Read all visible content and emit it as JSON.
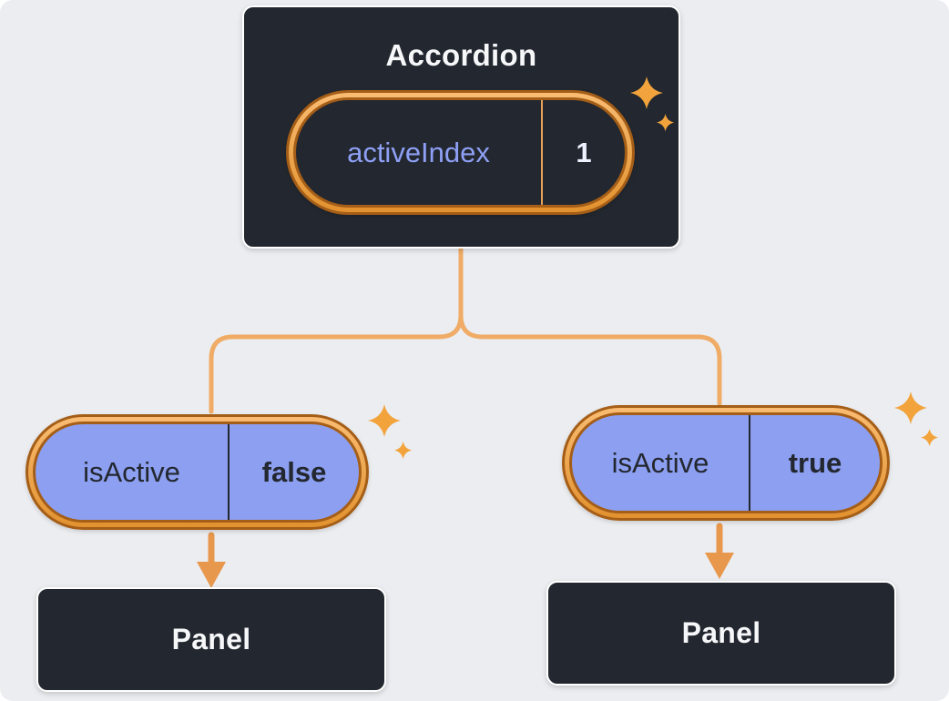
{
  "colors": {
    "background": "#EBEDF0",
    "card_background": "#23272F",
    "card_border": "#FFFFFF",
    "ring_band_orange": "#F2AC5E",
    "ring_edge_orange": "#A55E17",
    "pill_purple": "#8C9FF0",
    "state_name_text": "#8EA0F5",
    "state_value_text": "#EEF1FF",
    "dark_text": "#23272F",
    "light_text": "#F6F7F9",
    "connector_line": "#F0AC66",
    "arrow_orange": "#E8984C",
    "sparkle_gold": "#F2A33C"
  },
  "icons": {
    "sparkle_glyph": "✦"
  },
  "accordion": {
    "title": "Accordion",
    "state": {
      "name": "activeIndex",
      "value": "1"
    }
  },
  "left_branch": {
    "prop": {
      "name": "isActive",
      "value": "false"
    },
    "panel_label": "Panel"
  },
  "right_branch": {
    "prop": {
      "name": "isActive",
      "value": "true"
    },
    "panel_label": "Panel"
  }
}
